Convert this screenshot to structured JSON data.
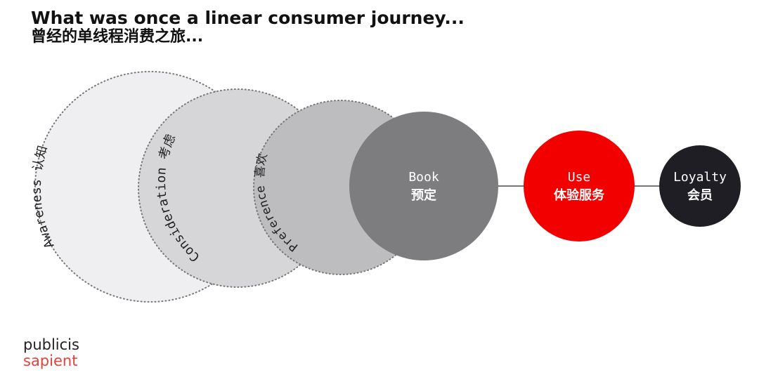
{
  "header": {
    "title": "What was once a linear consumer journey...",
    "subtitle": "曾经的单线程消费之旅..."
  },
  "stages": {
    "awareness": {
      "label": "Awareness 认知",
      "fill": "#efeff1"
    },
    "consideration": {
      "label": "Consideration 考虑",
      "fill": "#d6d6d8"
    },
    "preference": {
      "label": "Preference 喜欢",
      "fill": "#bdbdbf"
    },
    "book": {
      "en": "Book",
      "zh": "预定",
      "fill": "#7d7d7f"
    },
    "use": {
      "en": "Use",
      "zh": "体验服务",
      "fill": "#f20000"
    },
    "loyalty": {
      "en": "Loyalty",
      "zh": "会员",
      "fill": "#1e1e24"
    }
  },
  "logo": {
    "line1": "publicis",
    "line2": "sapient",
    "line2_color": "#e8403a"
  }
}
